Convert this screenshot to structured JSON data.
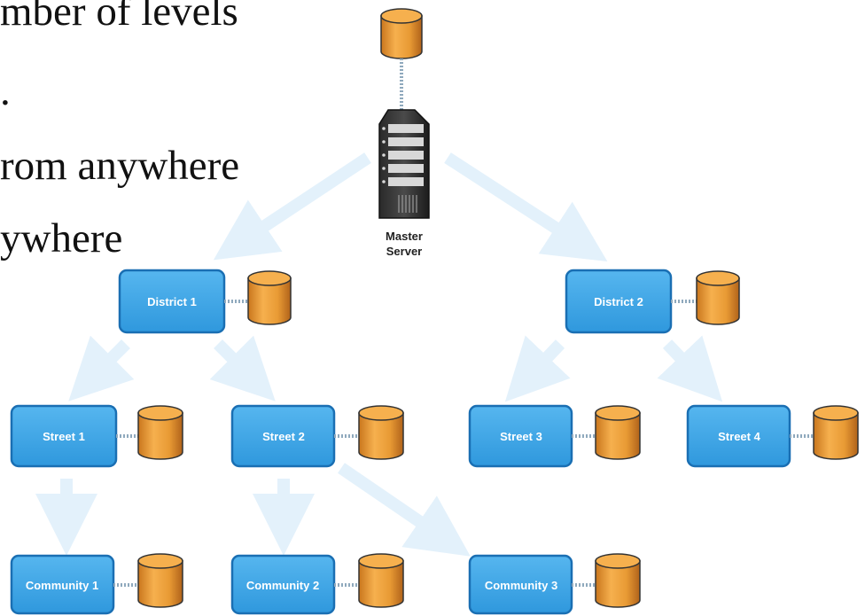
{
  "background_text": [
    "mber of levels",
    ".",
    "rom anywhere",
    "ywhere"
  ],
  "master": {
    "label_line1": "Master",
    "label_line2": "Server"
  },
  "nodes": [
    {
      "id": "district-1",
      "label": "District 1"
    },
    {
      "id": "district-2",
      "label": "District 2"
    },
    {
      "id": "street-1",
      "label": "Street 1"
    },
    {
      "id": "street-2",
      "label": "Street 2"
    },
    {
      "id": "street-3",
      "label": "Street 3"
    },
    {
      "id": "street-4",
      "label": "Street 4"
    },
    {
      "id": "community-1",
      "label": "Community 1"
    },
    {
      "id": "community-2",
      "label": "Community 2"
    },
    {
      "id": "community-3",
      "label": "Community 3"
    }
  ],
  "colors": {
    "node_fill": "#3ea6e6",
    "node_stroke": "#1a6fb3",
    "database": "#f0a23c",
    "arrow": "#e3f1fb"
  }
}
